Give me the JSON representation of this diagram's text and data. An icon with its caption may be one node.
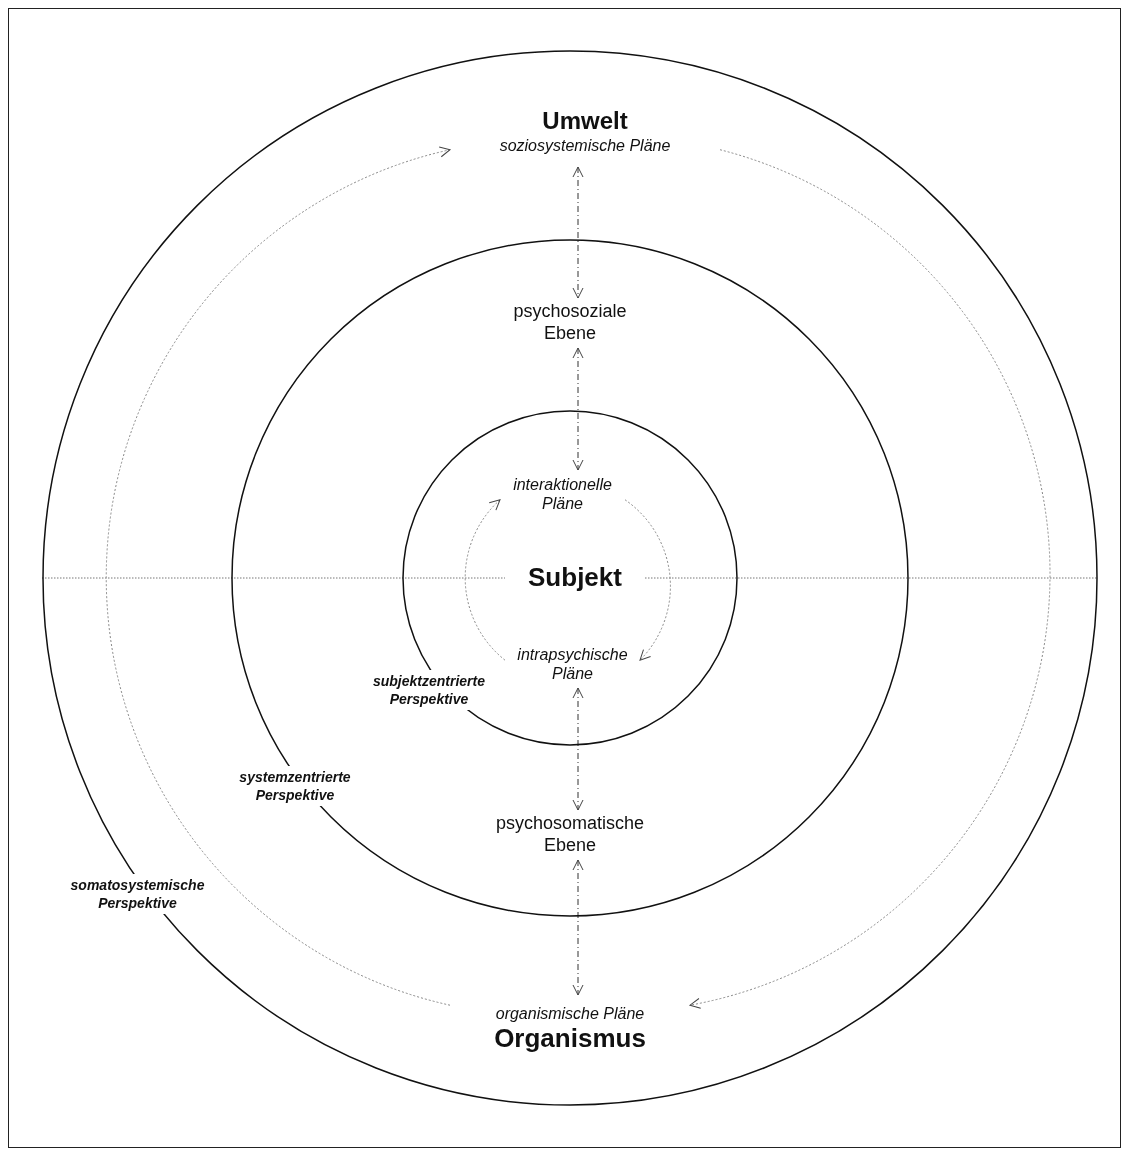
{
  "diagram": {
    "nodes": [
      {
        "text": [
          "somatosystemische Perspektive"
        ]
      },
      {
        "text": [
          "systemzentrierte Perspektive"
        ],
        "in": 0
      },
      {
        "text": [
          "subjektzentrierte Perspektive"
        ],
        "in": 1
      },
      {
        "text": [
          "Umwelt",
          "soziosystemische Pläne"
        ],
        "in": 0
      },
      {
        "text": [
          "psychosoziale Ebene"
        ],
        "in": 1
      },
      {
        "text": [
          "interaktionelle Pläne"
        ],
        "in": 2
      },
      {
        "text": [
          "Subjekt"
        ],
        "in": 2
      },
      {
        "text": [
          "intrapsychische Pläne"
        ],
        "in": 2
      },
      {
        "text": [
          "psychosomatische Ebene"
        ],
        "in": 1
      },
      {
        "text": [
          "organismische Pläne",
          "Organismus"
        ],
        "in": 0
      }
    ],
    "edges": [
      {
        "from": 3,
        "to": 4,
        "arrow": "both",
        "style": "dashed"
      },
      {
        "from": 4,
        "to": 5,
        "arrow": "both",
        "style": "dashed"
      },
      {
        "from": 7,
        "to": 8,
        "arrow": "both",
        "style": "dashed"
      },
      {
        "from": 8,
        "to": 9,
        "arrow": "both",
        "style": "dashed"
      },
      {
        "from": 9,
        "to": 3,
        "arrow": "to",
        "style": "dashed"
      },
      {
        "from": 3,
        "to": 9,
        "arrow": "to",
        "style": "dashed"
      },
      {
        "from": 7,
        "to": 5,
        "arrow": "to",
        "style": "dashed"
      },
      {
        "from": 5,
        "to": 7,
        "arrow": "to",
        "style": "dashed"
      }
    ]
  }
}
